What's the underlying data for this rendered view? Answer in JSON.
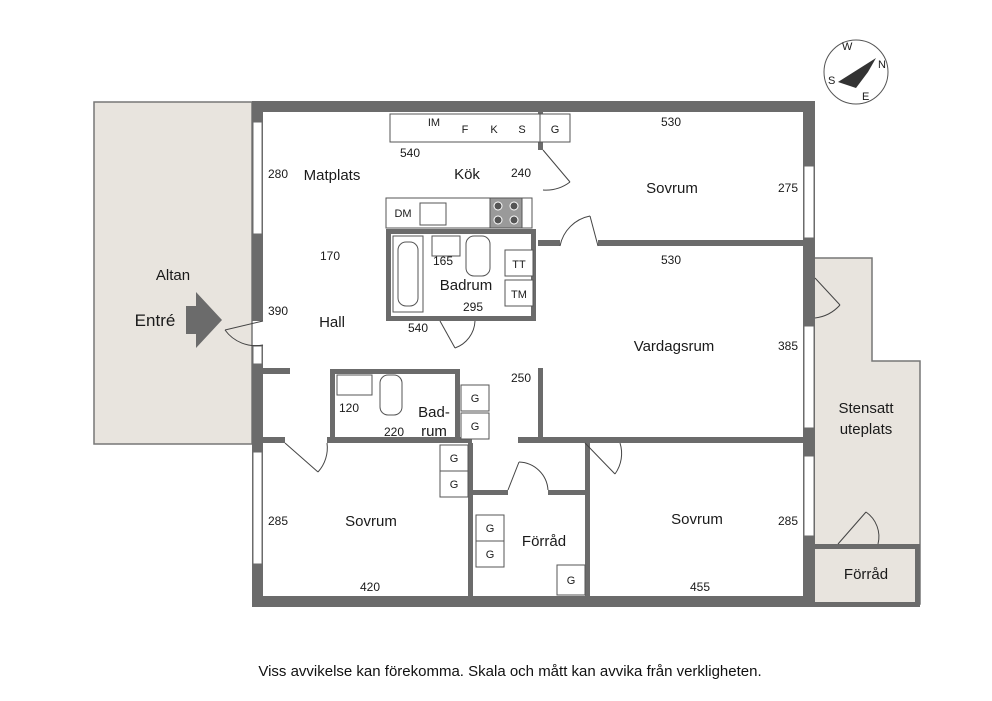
{
  "rooms": {
    "altan": "Altan",
    "entre": "Entré",
    "matplats": "Matplats",
    "kok": "Kök",
    "sovrum_top": "Sovrum",
    "hall": "Hall",
    "badrum_main": "Badrum",
    "vardagsrum": "Vardagsrum",
    "badrum_small_1": "Bad-",
    "badrum_small_2": "rum",
    "stensatt_1": "Stensatt",
    "stensatt_2": "uteplats",
    "sovrum_bl": "Sovrum",
    "forrad_mid": "Förråd",
    "sovrum_br": "Sovrum",
    "forrad_right": "Förråd"
  },
  "dimensions": {
    "d280": "280",
    "d540_kitchen": "540",
    "d240": "240",
    "d530_top": "530",
    "d275": "275",
    "d170": "170",
    "d165": "165",
    "d530_mid": "530",
    "d390": "390",
    "d295": "295",
    "d540_bath": "540",
    "d385": "385",
    "d250": "250",
    "d120": "120",
    "d220": "220",
    "d285_left": "285",
    "d420": "420",
    "d455": "455",
    "d285_right": "285"
  },
  "fixtures": {
    "im": "IM",
    "f": "F",
    "k": "K",
    "s": "S",
    "g_kitchen": "G",
    "dm": "DM",
    "tt": "TT",
    "tm": "TM",
    "g": "G"
  },
  "compass": {
    "w": "W",
    "n": "N",
    "s": "S",
    "e": "E"
  },
  "disclaimer": "Viss avvikelse kan förekomma. Skala och mått kan avvika från verkligheten.",
  "colors": {
    "wall": "#6b6b6b",
    "terrace": "#e8e4de",
    "outline": "#555555"
  }
}
